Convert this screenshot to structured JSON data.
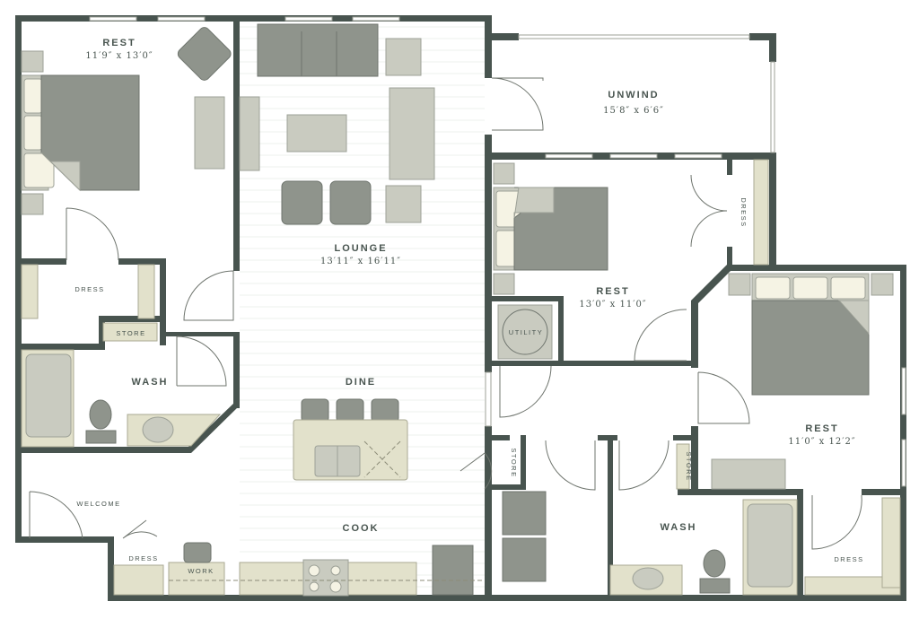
{
  "plan": {
    "rooms": {
      "rest1": {
        "label": "REST",
        "dims": "11′9″ x 13′0″"
      },
      "lounge": {
        "label": "LOUNGE",
        "dims": "13′11″ x 16′11″"
      },
      "unwind": {
        "label": "UNWIND",
        "dims": "15′8″ x 6′6″"
      },
      "rest2": {
        "label": "REST",
        "dims": "13′0″ x 11′0″"
      },
      "rest3": {
        "label": "REST",
        "dims": "11′0″ x 12′2″"
      },
      "dine": {
        "label": "DINE"
      },
      "cook": {
        "label": "COOK"
      },
      "wash1": {
        "label": "WASH"
      },
      "wash2": {
        "label": "WASH"
      }
    },
    "small_labels": {
      "dress1": "DRESS",
      "store1": "STORE",
      "welcome": "WELCOME",
      "dress_entry": "DRESS",
      "work": "WORK",
      "dress2": "DRESS",
      "utility": "UTILITY",
      "store2": "STORE",
      "store3": "STORE",
      "dress3": "DRESS"
    },
    "colors": {
      "wall": "#48544f",
      "furniture_dark": "#8f948c",
      "furniture_light": "#c9cbc0",
      "counter": "#e2e1cb",
      "pillow": "#f5f3e4"
    }
  }
}
